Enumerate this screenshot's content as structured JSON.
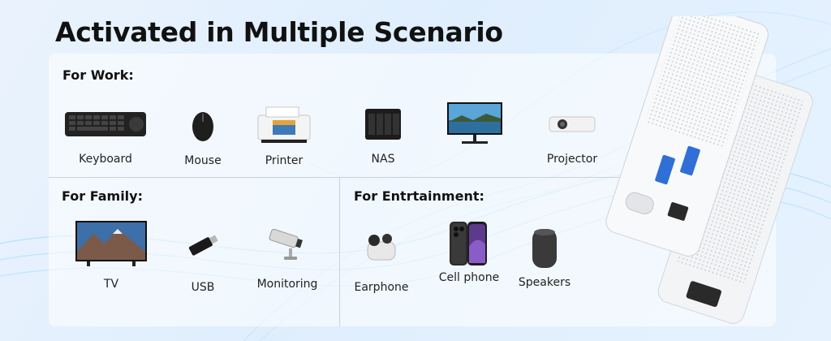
{
  "title": "Activated in Multiple Scenario",
  "work": {
    "heading": "For Work:",
    "items": [
      "Keyboard",
      "Mouse",
      "Printer",
      "NAS",
      "Projector"
    ],
    "icons": [
      "keyboard-icon",
      "mouse-icon",
      "printer-icon",
      "nas-icon",
      "monitor-icon",
      "projector-icon"
    ]
  },
  "family": {
    "heading": "For Family:",
    "items": [
      "TV",
      "USB",
      "Monitoring"
    ],
    "icons": [
      "tv-icon",
      "usb-drive-icon",
      "security-camera-icon"
    ]
  },
  "entertainment": {
    "heading": "For Entrtainment:",
    "items": [
      "Earphone",
      "Cell phone",
      "Speakers"
    ],
    "icons": [
      "earphone-icon",
      "cell-phone-icon",
      "speaker-icon"
    ]
  },
  "colors": {
    "background": "#e4f0fd",
    "wave": "#9fd3f5",
    "text": "#111111"
  }
}
